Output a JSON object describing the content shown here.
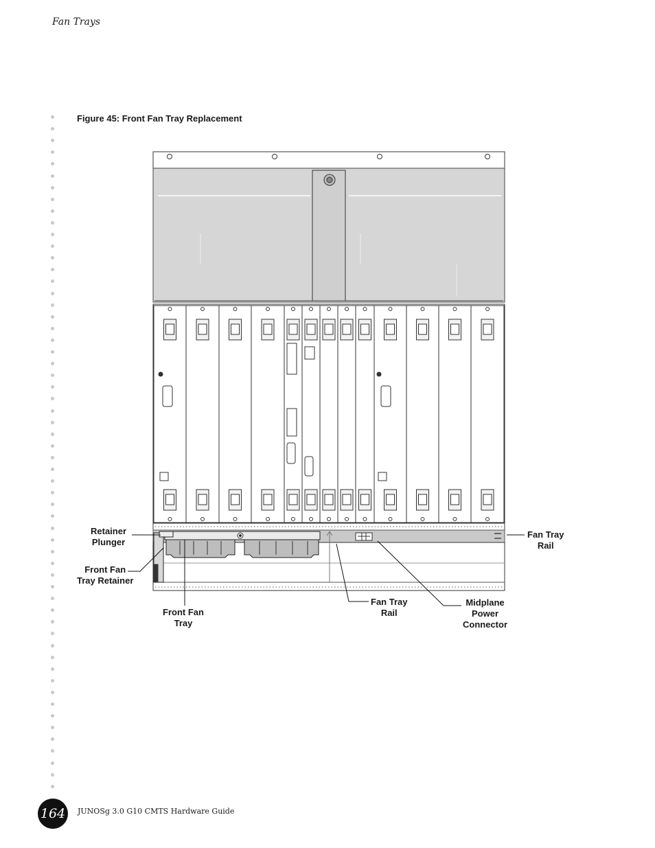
{
  "header": {
    "section_title": "Fan Trays"
  },
  "figure": {
    "caption": "Figure 45:  Front Fan Tray Replacement",
    "callouts": {
      "retainer_plunger": [
        "Retainer",
        "Plunger"
      ],
      "front_fan_tray_retainer": [
        "Front Fan",
        "Tray Retainer"
      ],
      "front_fan_tray": [
        "Front Fan",
        "Tray"
      ],
      "fan_tray_rail_lower": [
        "Fan Tray",
        "Rail"
      ],
      "midplane_power_connector": [
        "Midplane",
        "Power",
        "Connector"
      ],
      "fan_tray_rail_right": [
        "Fan Tray",
        "Rail"
      ]
    }
  },
  "footer": {
    "page_number": "164",
    "guide_title": "JUNOSg 3.0 G10 CMTS Hardware Guide"
  }
}
